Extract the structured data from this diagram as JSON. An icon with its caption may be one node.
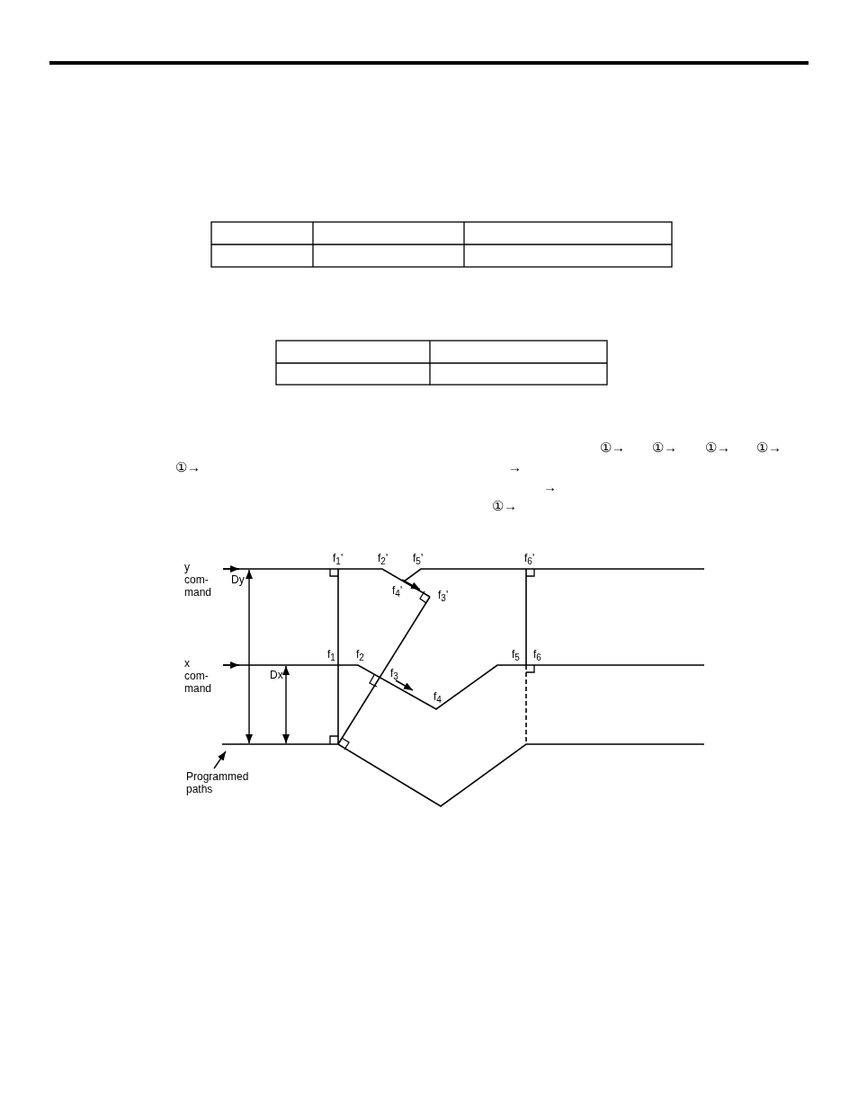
{
  "diagram": {
    "nodes": [
      {
        "text": [
          "Programmed paths"
        ]
      },
      {
        "text": [],
        "shape": "line"
      }
    ],
    "edges": [
      {
        "from": 0,
        "to": 1,
        "arrow": "to"
      }
    ],
    "labels": [
      "①→",
      "①→",
      "①→",
      "①→",
      "①→",
      "→",
      "→",
      "①→",
      "f$_{1}$'",
      "f$_{2}$'",
      "f$_{5}$'",
      "f$_{6}$'",
      "y com- mand",
      "Dy",
      "f$_{4}$'",
      "f$_{3}$'",
      "f$_{1}$",
      "f$_{2}$",
      "f$_{5}$",
      "f$_{6}$",
      "x com- mand",
      "Dx",
      "f$_{3}$",
      "f$_{4}$"
    ]
  }
}
